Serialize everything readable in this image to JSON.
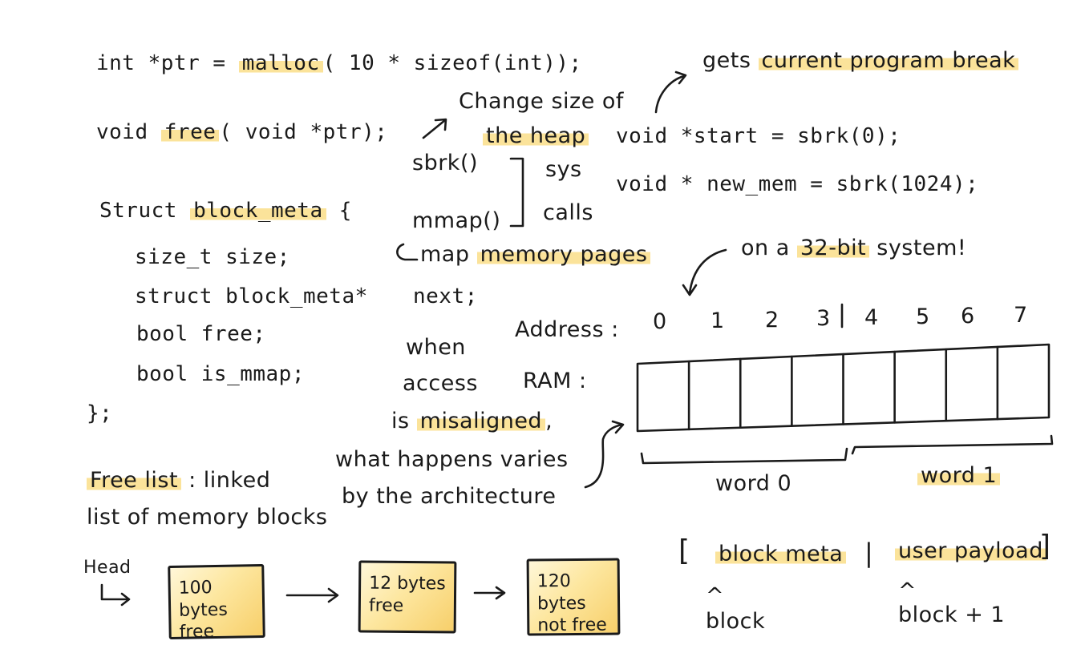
{
  "code": {
    "malloc_line": {
      "pre": "int *ptr = ",
      "fn": "malloc",
      "post": "( 10 * sizeof(int));"
    },
    "free_line": {
      "pre": "void ",
      "fn": "free",
      "post": "( void *ptr);"
    },
    "struct_open": {
      "kw": "Struct ",
      "name": "block_meta",
      "brace": " {"
    },
    "field_size": "size_t  size;",
    "field_next_a": "struct block_meta*",
    "field_next_b": "next;",
    "field_free": "bool  free;",
    "field_mmap": "bool  is_mmap;",
    "struct_close": "};",
    "sbrk_start": "void   *start  =   sbrk(0);",
    "sbrk_new": "void   * new_mem  =  sbrk(1024);"
  },
  "notes": {
    "change_size_a": "Change size of",
    "change_size_b": "the heap",
    "sbrk_call": "sbrk()",
    "mmap_call": "mmap()",
    "sys": "sys",
    "calls": "calls",
    "map_pre": "map ",
    "map_hl": "memory pages",
    "gets_pre": "gets ",
    "gets_hl": "current program break",
    "on_pre": "on a ",
    "on_hl": "32-bit",
    "on_post": " system!",
    "when": "when",
    "access": "access",
    "is_pre": "is ",
    "is_hl": "misaligned",
    "is_post": ",",
    "what": "what happens varies",
    "by": "by the architecture",
    "freelist_hl": "Free list",
    "freelist_post": " : linked",
    "freelist_b": "list of memory blocks"
  },
  "memory": {
    "address_label": "Address  :",
    "ram_label": "RAM  :",
    "addresses": [
      "0",
      "1",
      "2",
      "3",
      "4",
      "5",
      "6",
      "7"
    ],
    "word_labels": [
      "word 0",
      "word 1"
    ]
  },
  "layout_note": {
    "open": "[",
    "meta": "block meta",
    "sep": "|",
    "payload": "user payload",
    "close": "]",
    "caret": "^",
    "block": "block",
    "block_plus": "block + 1"
  },
  "free_list": {
    "head": "Head",
    "blocks": [
      {
        "size": "100 bytes",
        "status": "free"
      },
      {
        "size": "12 bytes",
        "status": "free"
      },
      {
        "size": "120 bytes",
        "status": "not free"
      }
    ]
  }
}
